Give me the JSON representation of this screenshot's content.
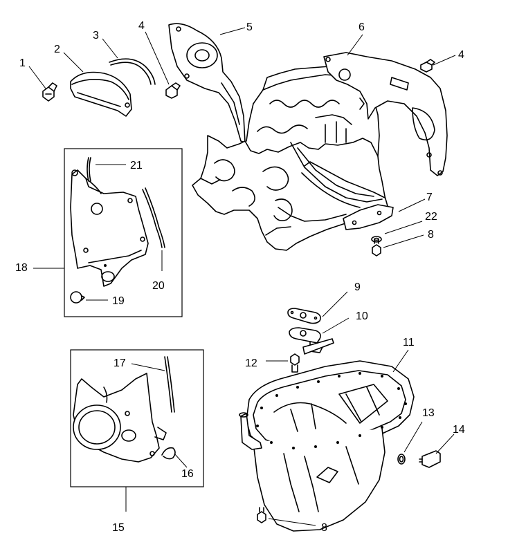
{
  "callouts": {
    "n1": "1",
    "n2": "2",
    "n3": "3",
    "n4a": "4",
    "n4b": "4",
    "n5": "5",
    "n6": "6",
    "n7": "7",
    "n8a": "8",
    "n8b": "8",
    "n9": "9",
    "n10": "10",
    "n11": "11",
    "n12": "12",
    "n13": "13",
    "n14": "14",
    "n15": "15",
    "n16": "16",
    "n17": "17",
    "n18": "18",
    "n19": "19",
    "n20": "20",
    "n21": "21",
    "n22": "22"
  }
}
